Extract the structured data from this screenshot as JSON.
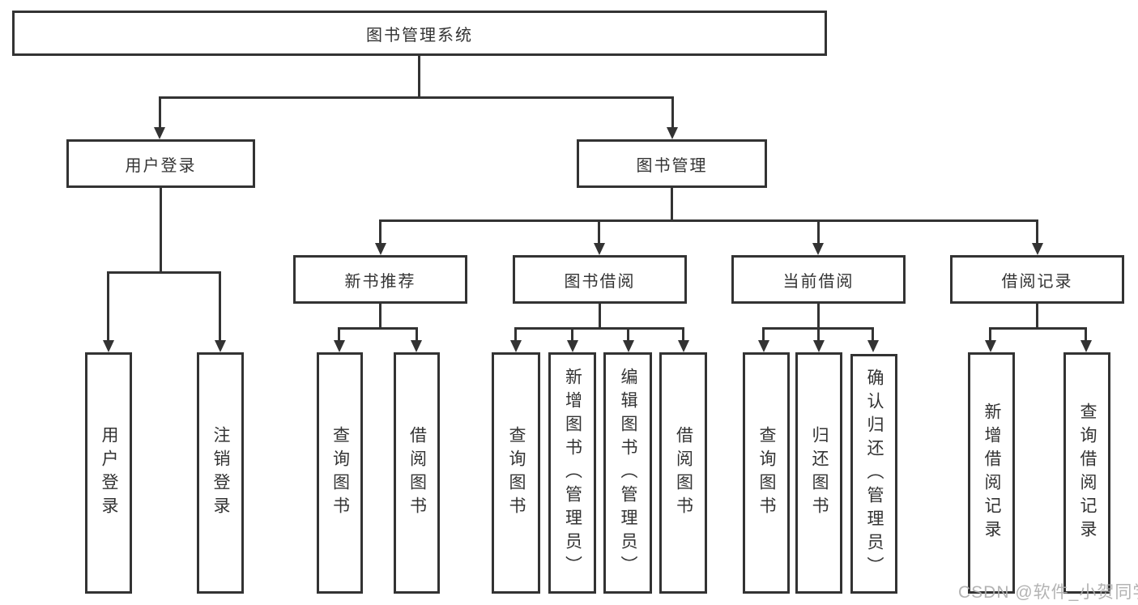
{
  "tree": {
    "root": {
      "label": "图书管理系统"
    },
    "branches": [
      {
        "label": "用户登录",
        "children": [
          {
            "label": "用户登录"
          },
          {
            "label": "注销登录"
          }
        ]
      },
      {
        "label": "图书管理",
        "sections": [
          {
            "label": "新书推荐",
            "children": [
              {
                "label": "查询图书"
              },
              {
                "label": "借阅图书"
              }
            ]
          },
          {
            "label": "图书借阅",
            "children": [
              {
                "label": "查询图书"
              },
              {
                "label": "新增图书（管理员）"
              },
              {
                "label": "编辑图书（管理员）"
              },
              {
                "label": "借阅图书"
              }
            ]
          },
          {
            "label": "当前借阅",
            "children": [
              {
                "label": "查询图书"
              },
              {
                "label": "归还图书"
              },
              {
                "label": "确认归还（管理员）"
              }
            ]
          },
          {
            "label": "借阅记录",
            "children": [
              {
                "label": "新增借阅记录"
              },
              {
                "label": "查询借阅记录"
              }
            ]
          }
        ]
      }
    ]
  },
  "watermark": {
    "text": "CSDN @软件_小贺同学"
  },
  "colors": {
    "line": "#333333",
    "text": "#333333",
    "background": "#ffffff",
    "watermark": "#acacac"
  }
}
